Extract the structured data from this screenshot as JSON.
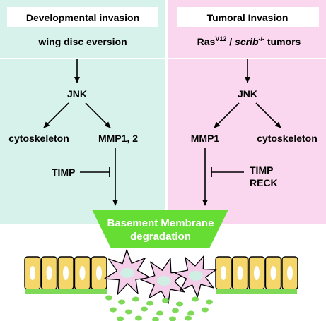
{
  "left_panel": {
    "title": "Developmental invasion",
    "context": "wing disc eversion",
    "node_top": "JNK",
    "node_left": "cytoskeleton",
    "node_right": "MMP1, 2",
    "inhibitor": "TIMP",
    "background_color": "#d7f2ea"
  },
  "right_panel": {
    "title": "Tumoral Invasion",
    "context_prefix": "Ras",
    "context_superscript": "V12",
    "context_sep": " / ",
    "context_gene": "scrib",
    "context_gene_superscript": "-/-",
    "context_suffix": " tumors",
    "node_top": "JNK",
    "node_left": "MMP1",
    "node_right": "cytoskeleton",
    "inhibitor_1": "TIMP",
    "inhibitor_2": "RECK",
    "background_color": "#fad7ee"
  },
  "outcome": {
    "line1": "Basement Membrane",
    "line2": "degradation",
    "color": "#66dd33"
  },
  "illustration": {
    "cell_fill": "#f5d66a",
    "nucleus_fill": "#ffffff",
    "membrane_color": "#7ed957",
    "invasive_cell_fill": "#f4cde8",
    "invasive_nucleus_fill": "#cfeee4"
  }
}
